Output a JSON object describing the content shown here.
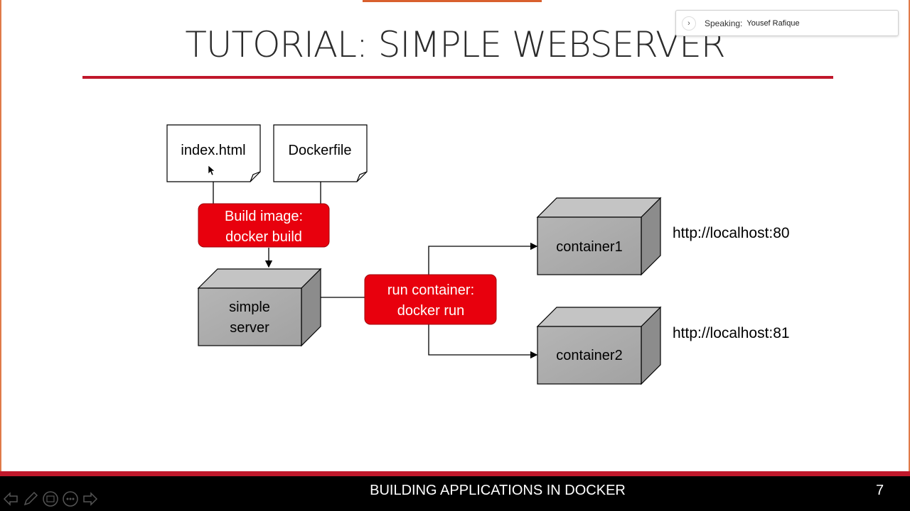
{
  "slide": {
    "title": "TUTORIAL: SIMPLE WEBSERVER",
    "footer_title": "BUILDING APPLICATIONS IN DOCKER",
    "page_number": "7"
  },
  "speaker": {
    "label": "Speaking:",
    "name": "Yousef Rafique"
  },
  "diagram": {
    "file1": "index.html",
    "file2": "Dockerfile",
    "build_line1": "Build image:",
    "build_line2": "docker build",
    "image_line1": "simple",
    "image_line2": "server",
    "run_line1": "run container:",
    "run_line2": "docker run",
    "container1": "container1",
    "container2": "container2",
    "url1": "http://localhost:80",
    "url2": "http://localhost:81"
  },
  "colors": {
    "accent_red": "#c0182b",
    "process_red": "#e8000d",
    "box_gray": "#a9a9a9"
  },
  "nav_icons": [
    "prev-arrow-icon",
    "pen-icon",
    "slides-icon",
    "more-icon",
    "next-arrow-icon"
  ]
}
